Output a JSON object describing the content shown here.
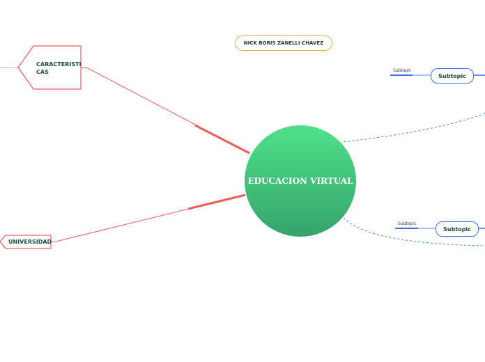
{
  "central_topic": "EDUCACION VIRTUAL",
  "author": "NICK BORIS ZANELLI CHAVEZ",
  "left_topics": [
    {
      "label": "CARACTERISTI CAS",
      "line1": "CARACTERISTI",
      "line2": "CAS"
    },
    {
      "label": "UNIVERSIDAD"
    }
  ],
  "right_subtopics": [
    {
      "label": "Subtopic",
      "child": "Subtopic"
    },
    {
      "label": "Subtopic",
      "child": "Subtopic"
    }
  ],
  "colors": {
    "central": "#3fc278",
    "left_branch": "#f25a5a",
    "right_branch": "#3a6ff0",
    "author_border": "#f0a92c"
  }
}
